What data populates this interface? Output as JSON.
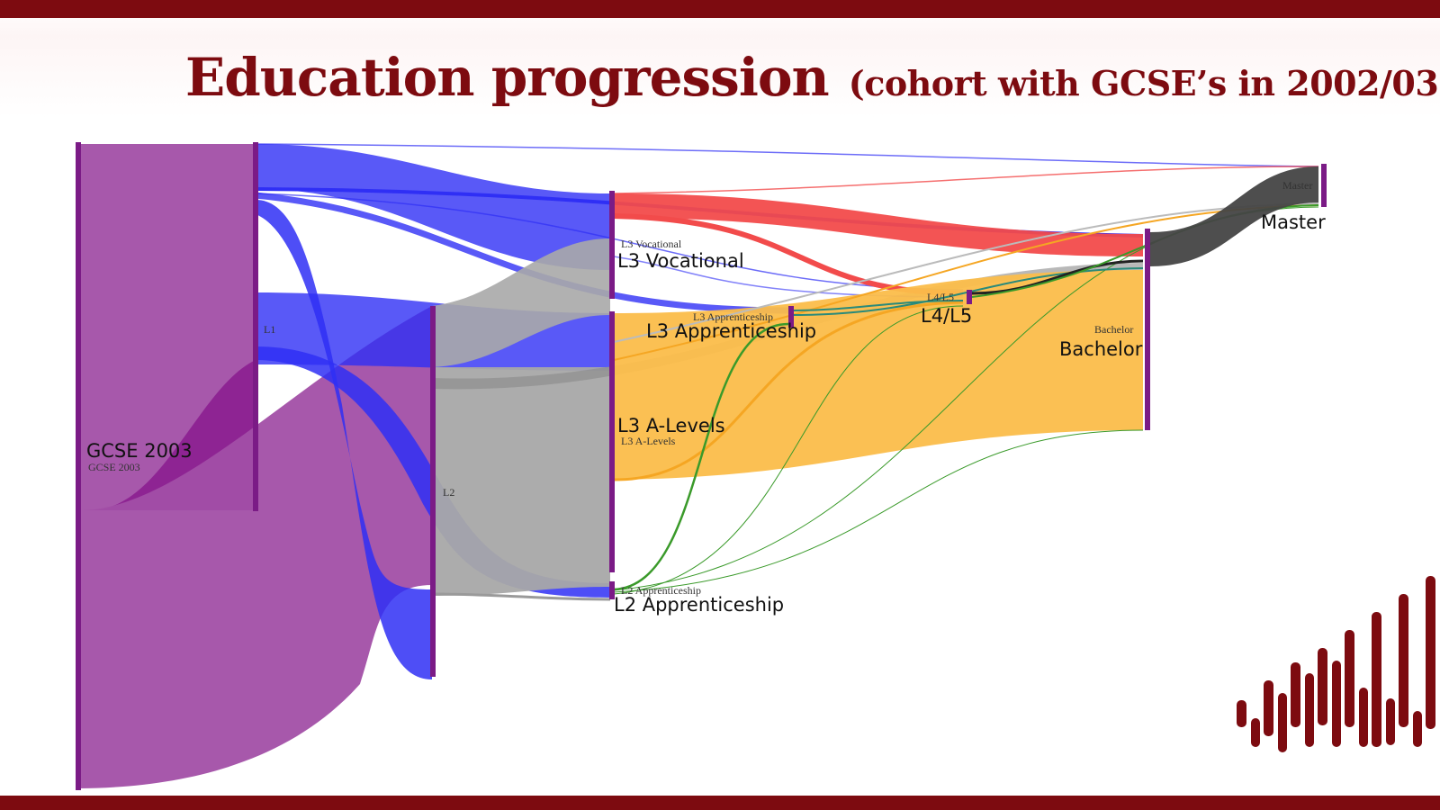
{
  "slide": {
    "title": "Education progression",
    "subtitle": "(cohort with GCSE’s in 2002/03)"
  },
  "colors": {
    "frame": "#7d0b10",
    "node": "#7b1b86",
    "gcse_flow": "#a24fa6",
    "l1_flow": "#2f2ff5",
    "l2_flow": "#a8a8a8",
    "vocational_flow": "#f24b4b",
    "alevel_flow": "#fbbd4a",
    "apprenticeship_flow": "#3a9a2a",
    "bachelor_flow": "#444444"
  },
  "nodes": {
    "gcse": {
      "label": "GCSE 2003",
      "small": "GCSE 2003"
    },
    "l1": {
      "small": "L1"
    },
    "l2": {
      "small": "L2"
    },
    "l3_vocational": {
      "label": "L3 Vocational",
      "small": "L3 Vocational"
    },
    "l3_apprenticeship": {
      "label": "L3 Apprenticeship",
      "small": "L3 Apprenticeship"
    },
    "l3_alevels": {
      "label": "L3 A-Levels",
      "small": "L3 A-Levels"
    },
    "l2_apprenticeship": {
      "label": "L2 Apprenticeship",
      "small": "L2 Apprenticeship"
    },
    "l4l5": {
      "label": "L4/L5",
      "small": "L4/L5"
    },
    "bachelor": {
      "label": "Bachelor",
      "small": "Bachelor"
    },
    "master": {
      "label": "Master",
      "small": "Master"
    }
  }
}
